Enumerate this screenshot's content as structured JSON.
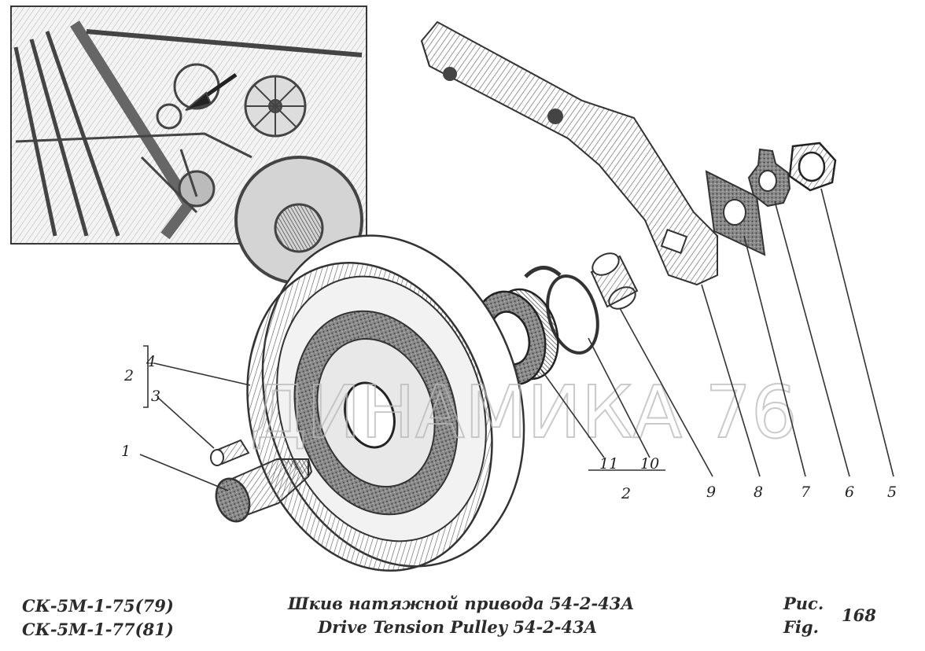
{
  "watermark": "ДИНАМИКА 76",
  "callouts": {
    "n1": "1",
    "n2_left": "2",
    "n3": "3",
    "n4": "4",
    "n5": "5",
    "n6": "6",
    "n7": "7",
    "n8": "8",
    "n9": "9",
    "n10": "10",
    "n11": "11",
    "n2_bottom": "2"
  },
  "footer": {
    "model_line1": "СК-5М-1-75(79)",
    "model_line2": "СК-5М-1-77(81)",
    "title_ru": "Шкив натяжной привода 54-2-43А",
    "title_en": "Drive Tension Pulley 54-2-43A",
    "fig_ru": "Рис.",
    "fig_en": "Fig.",
    "fig_number": "168"
  }
}
